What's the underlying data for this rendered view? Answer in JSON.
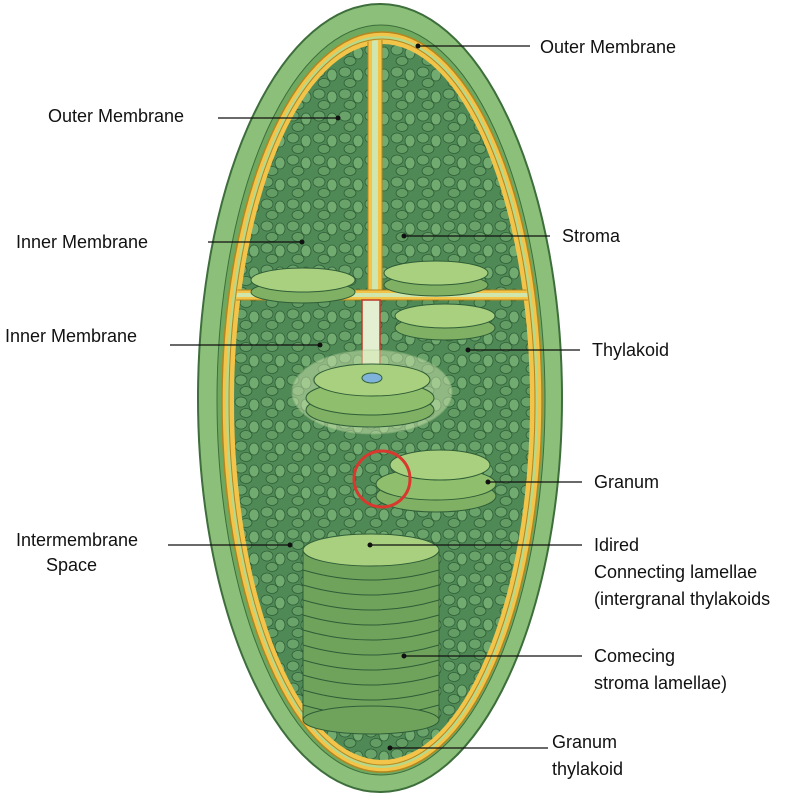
{
  "title": "Chloroplast structure diagram",
  "labels": {
    "outer_membrane_right": "Outer Membrane",
    "outer_membrane_left": "Outer Membrane",
    "inner_membrane_1": "Inner Membrane",
    "inner_membrane_2": "Inner Membrane",
    "stroma": "Stroma",
    "thylakoid": "Thylakoid",
    "granum": "Granum",
    "intermembrane_1": "Intermembrane",
    "intermembrane_2": "Space",
    "idired": "Idired",
    "connecting_1": "Connecting lamellae",
    "connecting_2": "(intergranal thylakoids",
    "comecing_1": "Comecing",
    "comecing_2": "stroma lamellae)",
    "granum_thylakoid_1": "Granum",
    "granum_thylakoid_2": "thylakoid"
  },
  "colors": {
    "outer": "#8cc07a",
    "membrane": "#f2c44a",
    "stroma": "#4f8a56",
    "disc": "#a9d07e",
    "highlight": "#d8382e"
  }
}
